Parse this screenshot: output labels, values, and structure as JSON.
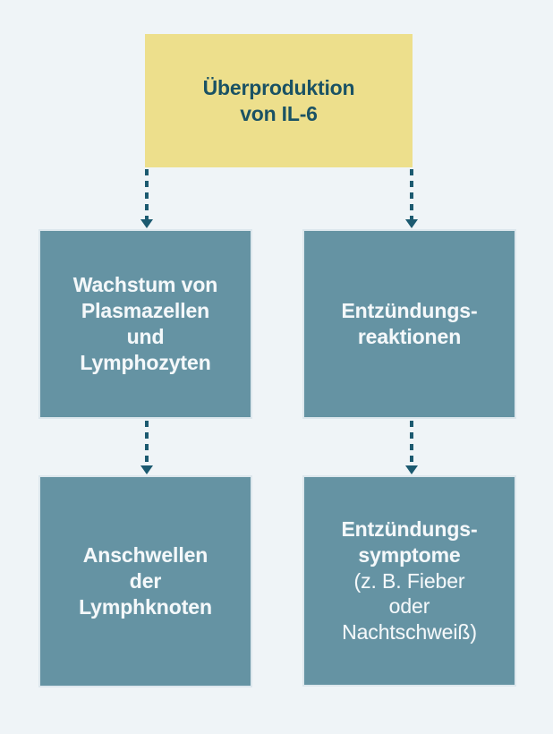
{
  "diagram": {
    "background_color": "#eff4f7",
    "source_node": {
      "id": "overproduction",
      "fill_color": "#eddf8c",
      "text_color": "#1a5264",
      "line1": "Überproduktion",
      "line2": "von IL-6"
    },
    "nodes": [
      {
        "id": "growth",
        "fill_color": "#6593a3",
        "text_color": "#f4f8fa",
        "line1": "Wachstum von",
        "line2": "Plasmazellen",
        "line3": "und",
        "line4": "Lymphozyten"
      },
      {
        "id": "inflammation",
        "fill_color": "#6593a3",
        "text_color": "#f4f8fa",
        "line1": "Entzündungs-",
        "line2": "reaktionen"
      },
      {
        "id": "swelling",
        "fill_color": "#6593a3",
        "text_color": "#f4f8fa",
        "line1": "Anschwellen",
        "line2": "der",
        "line3": "Lymphknoten"
      },
      {
        "id": "symptoms",
        "fill_color": "#6593a3",
        "text_color": "#f4f8fa",
        "line1": "Entzündungs-",
        "line2": "symptome",
        "sub1": "(z. B. Fieber",
        "sub2": "oder",
        "sub3": "Nachtschweiß)"
      }
    ],
    "connectors": [
      {
        "id": "overproduction-to-growth",
        "style": "dashed-arrow-down",
        "color": "#1c5a70"
      },
      {
        "id": "overproduction-to-inflammation",
        "style": "dashed-arrow-down",
        "color": "#1c5a70"
      },
      {
        "id": "growth-to-swelling",
        "style": "dashed-arrow-down",
        "color": "#1c5a70"
      },
      {
        "id": "inflammation-to-symptoms",
        "style": "dashed-arrow-down",
        "color": "#1c5a70"
      }
    ]
  }
}
